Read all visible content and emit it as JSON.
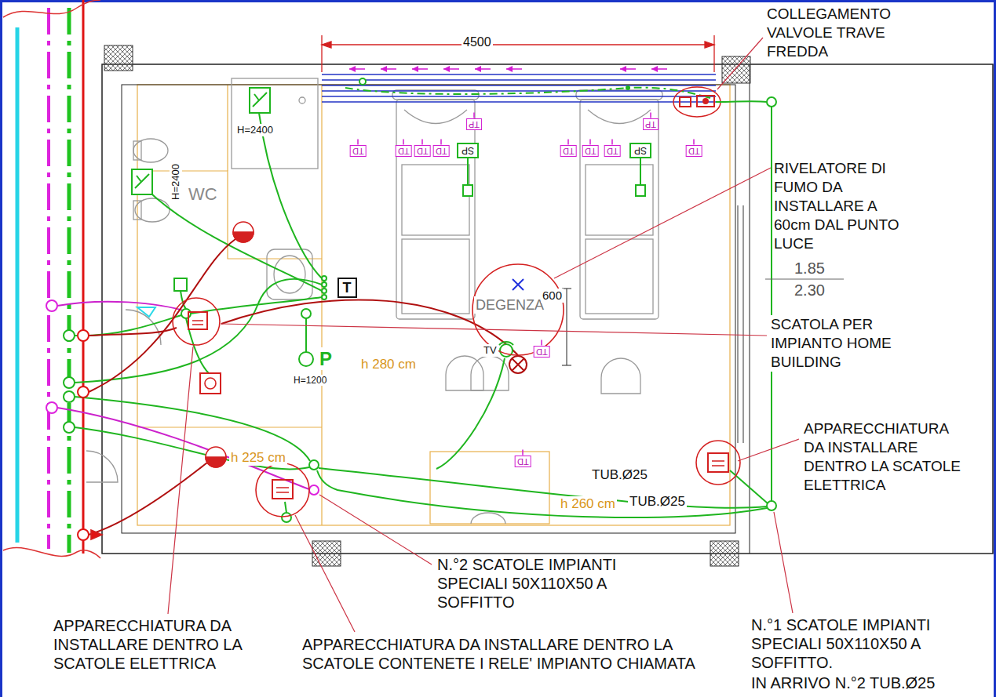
{
  "diagram": {
    "nodes": [
      {
        "text": [
          "TP"
        ]
      },
      {
        "text": [
          "TP"
        ]
      },
      {
        "text": [
          "TD"
        ]
      },
      {
        "text": [
          "TD"
        ]
      },
      {
        "text": [
          "TD"
        ]
      },
      {
        "text": [
          "TD"
        ]
      },
      {
        "text": [
          "SP"
        ]
      },
      {
        "text": [
          "TD"
        ]
      },
      {
        "text": [
          "TD"
        ]
      },
      {
        "text": [
          "TD"
        ]
      },
      {
        "text": [
          "SP"
        ]
      },
      {
        "text": [
          "TD"
        ]
      },
      {
        "text": [
          "T"
        ]
      },
      {
        "text": [
          "TD"
        ]
      },
      {
        "text": [
          "TD"
        ]
      }
    ],
    "labels": [
      "4500",
      "H=2400",
      "H=2400",
      "WC",
      "COLLEGAMENTO VALVOLE TRAVE FREDDA",
      "RIVELATORE DI FUMO DA INSTALLARE A 60cm DAL PUNTO LUCE",
      "1.85",
      "2.30",
      "SCATOLA PER IMPIANTO HOME BUILDING",
      "DEGENZA",
      "600",
      "h 280 cm",
      "P",
      "H=1200",
      "TV",
      "APPARECCHIATURA DA INSTALLARE DENTRO LA SCATOLE ELETTRICA",
      "h 225 cm",
      "TUB.Ø25",
      "h 260 cm",
      "TUB.Ø25",
      "N.°2 SCATOLE IMPIANTI SPECIALI 50X110X50 A SOFFITTO",
      "APPARECCHIATURA DA INSTALLARE DENTRO LA SCATOLE CONTENETE I RELE' IMPIANTO CHIAMATA",
      "APPARECCHIATURA DA INSTALLARE DENTRO LA SCATOLE ELETTRICA",
      "N.°1 SCATOLE IMPIANTI SPECIALI 50X110X50 A SOFFITTO.",
      "IN ARRIVO N.°2 TUB.Ø25"
    ]
  }
}
